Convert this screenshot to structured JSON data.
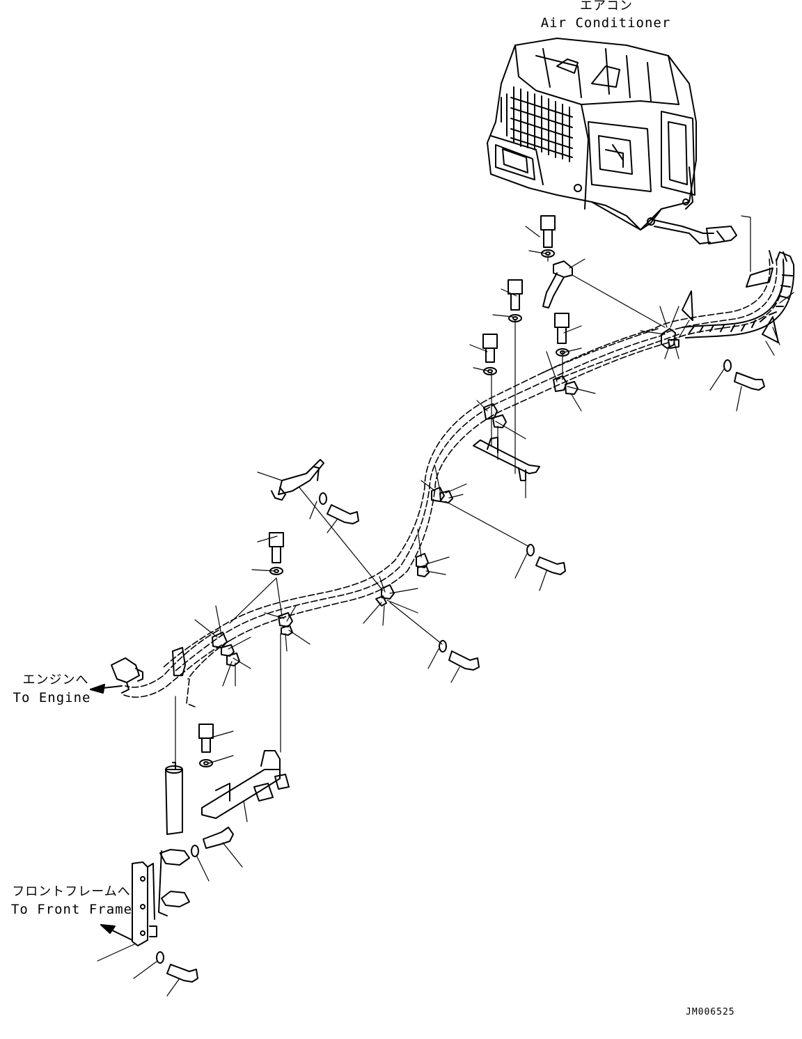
{
  "labels": {
    "air_conditioner_jp": "エアコン",
    "air_conditioner_en": "Air Conditioner",
    "engine_jp": "エンジンへ",
    "engine_en": "To Engine",
    "front_frame_jp": "フロントフレームへ",
    "front_frame_en": "To Front Frame",
    "drawing_id": "JM006525"
  },
  "colors": {
    "ink": "#000000",
    "paper": "#ffffff"
  }
}
